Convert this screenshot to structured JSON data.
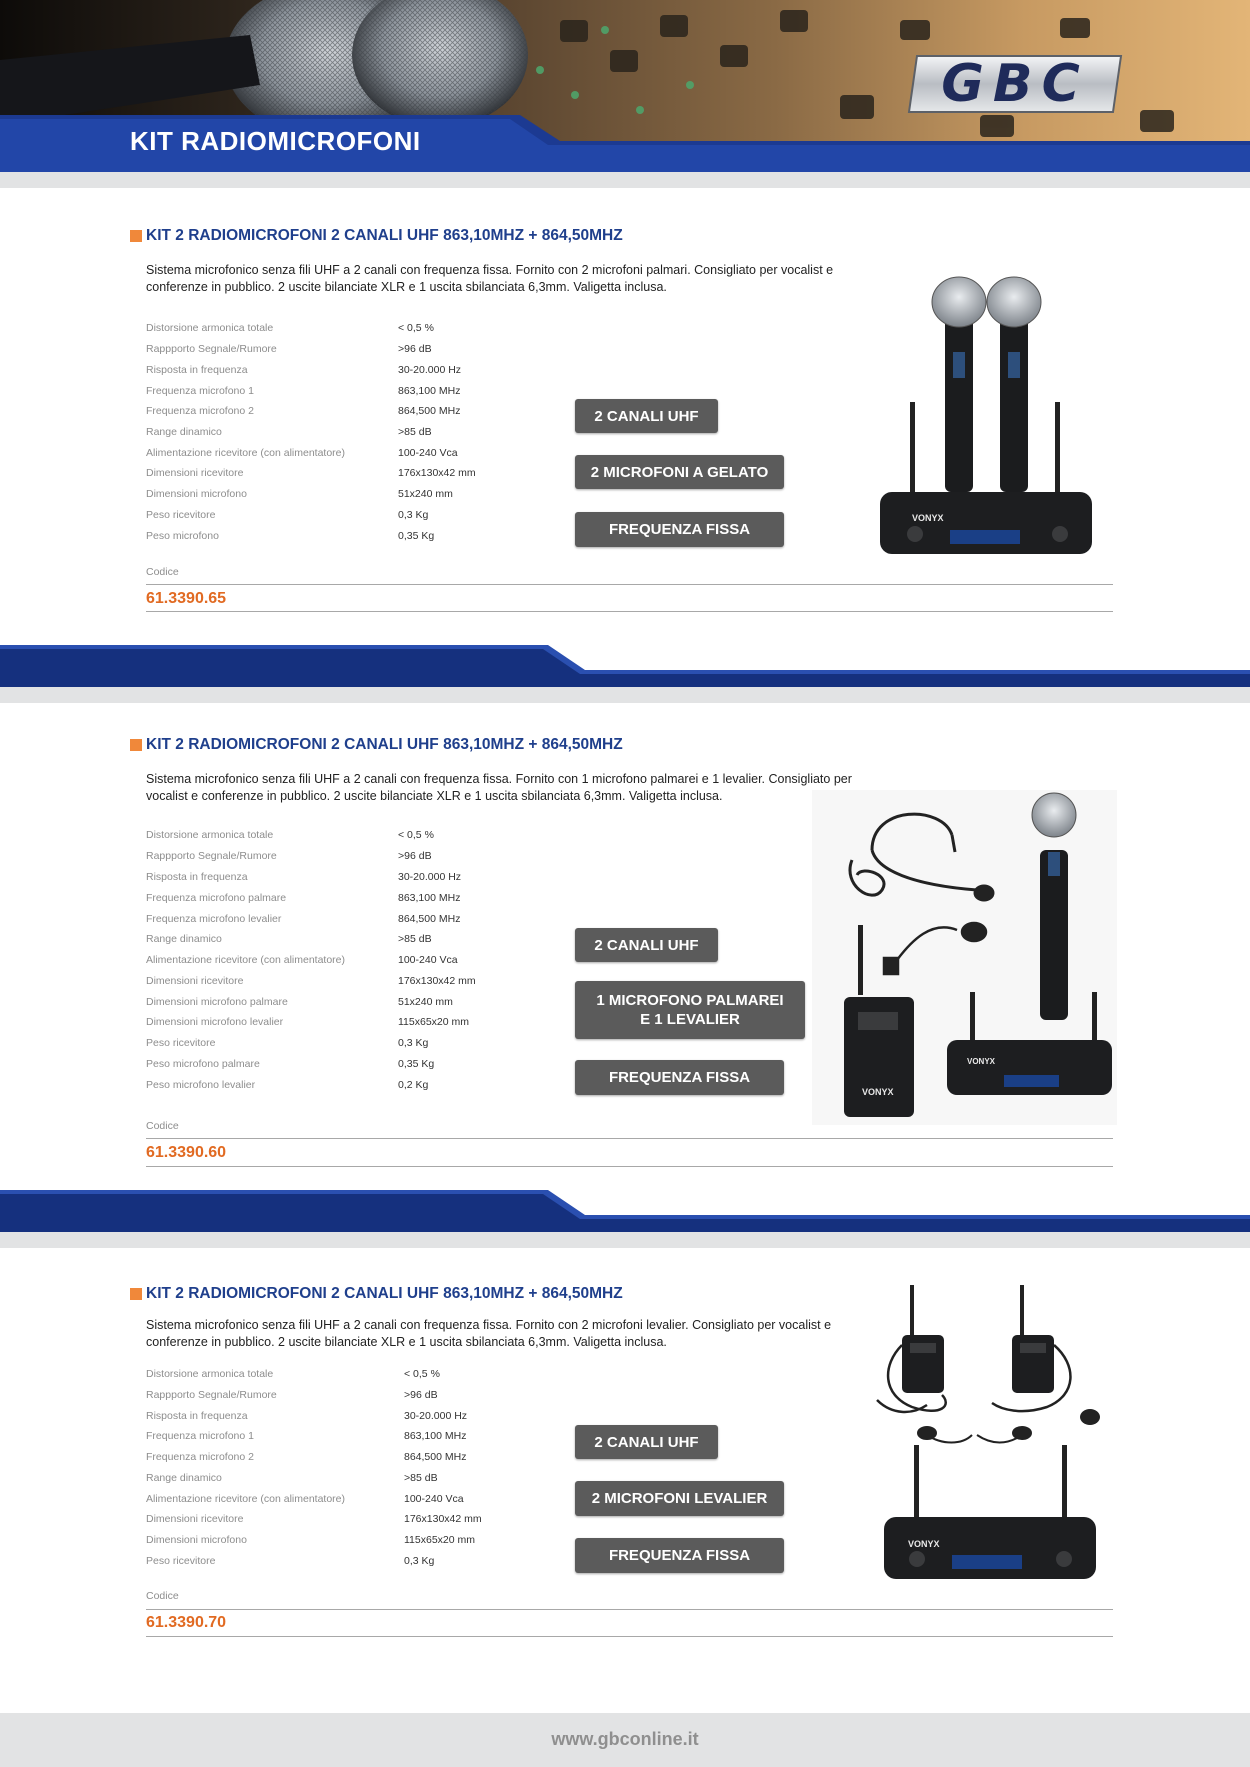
{
  "header": {
    "title": "KIT RADIOMICROFONI",
    "logo_text": "GBC"
  },
  "products": [
    {
      "title": "KIT 2 RADIOMICROFONI 2 CANALI UHF 863,10MHZ + 864,50MHZ",
      "description": "Sistema microfonico senza fili UHF a 2 canali con frequenza fissa. Fornito con 2 microfoni palmari. Consigliato per vocalist e conferenze in pubblico. 2 uscite bilanciate XLR e 1 uscita sbilanciata 6,3mm. Valigetta inclusa.",
      "specs": [
        {
          "label": "Distorsione armonica totale",
          "value": "< 0,5 %"
        },
        {
          "label": "Rappporto Segnale/Rumore",
          "value": ">96 dB"
        },
        {
          "label": "Risposta in frequenza",
          "value": "30-20.000 Hz"
        },
        {
          "label": "Frequenza microfono 1",
          "value": "863,100 MHz"
        },
        {
          "label": "Frequenza microfono 2",
          "value": "864,500 MHz"
        },
        {
          "label": "Range dinamico",
          "value": ">85 dB"
        },
        {
          "label": "Alimentazione ricevitore (con alimentatore)",
          "value": "100-240 Vca"
        },
        {
          "label": "Dimensioni ricevitore",
          "value": "176x130x42 mm"
        },
        {
          "label": "Dimensioni microfono",
          "value": "51x240 mm"
        },
        {
          "label": "Peso ricevitore",
          "value": "0,3 Kg"
        },
        {
          "label": "Peso microfono",
          "value": "0,35 Kg"
        }
      ],
      "badges": [
        "2 CANALI UHF",
        "2 MICROFONI A GELATO",
        "FREQUENZA FISSA"
      ],
      "codice_label": "Codice",
      "codice": "61.3390.65"
    },
    {
      "title": "KIT 2 RADIOMICROFONI 2 CANALI UHF 863,10MHZ + 864,50MHZ",
      "description": "Sistema microfonico senza fili UHF a 2 canali con frequenza fissa. Fornito con 1 microfono palmarei e 1 levalier. Consigliato per vocalist e conferenze in pubblico. 2 uscite bilanciate XLR e 1 uscita sbilanciata 6,3mm. Valigetta inclusa.",
      "specs": [
        {
          "label": "Distorsione armonica totale",
          "value": "< 0,5 %"
        },
        {
          "label": "Rappporto Segnale/Rumore",
          "value": ">96 dB"
        },
        {
          "label": "Risposta in frequenza",
          "value": "30-20.000 Hz"
        },
        {
          "label": "Frequenza microfono palmare",
          "value": "863,100 MHz"
        },
        {
          "label": "Frequenza microfono levalier",
          "value": "864,500 MHz"
        },
        {
          "label": "Range dinamico",
          "value": ">85 dB"
        },
        {
          "label": "Alimentazione ricevitore (con alimentatore)",
          "value": "100-240 Vca"
        },
        {
          "label": "Dimensioni ricevitore",
          "value": "176x130x42 mm"
        },
        {
          "label": "Dimensioni microfono palmare",
          "value": "51x240 mm"
        },
        {
          "label": "Dimensioni microfono levalier",
          "value": "115x65x20 mm"
        },
        {
          "label": "Peso ricevitore",
          "value": "0,3 Kg"
        },
        {
          "label": "Peso microfono palmare",
          "value": "0,35 Kg"
        },
        {
          "label": "Peso microfono levalier",
          "value": "0,2 Kg"
        }
      ],
      "badges": [
        "2 CANALI UHF",
        "1 MICROFONO PALMAREI E 1 LEVALIER",
        "FREQUENZA FISSA"
      ],
      "codice_label": "Codice",
      "codice": "61.3390.60"
    },
    {
      "title": "KIT 2 RADIOMICROFONI 2 CANALI UHF 863,10MHZ + 864,50MHZ",
      "description": "Sistema microfonico senza fili UHF a 2 canali con frequenza fissa. Fornito con 2 microfoni levalier. Consigliato per vocalist e conferenze in pubblico. 2 uscite bilanciate XLR e 1 uscita sbilanciata 6,3mm. Valigetta inclusa.",
      "specs": [
        {
          "label": "Distorsione armonica totale",
          "value": "< 0,5 %"
        },
        {
          "label": "Rappporto Segnale/Rumore",
          "value": ">96 dB"
        },
        {
          "label": "Risposta in frequenza",
          "value": "30-20.000 Hz"
        },
        {
          "label": "Frequenza microfono 1",
          "value": "863,100 MHz"
        },
        {
          "label": "Frequenza microfono 2",
          "value": "864,500 MHz"
        },
        {
          "label": "Range dinamico",
          "value": ">85 dB"
        },
        {
          "label": "Alimentazione ricevitore (con alimentatore)",
          "value": "100-240 Vca"
        },
        {
          "label": "Dimensioni ricevitore",
          "value": "176x130x42 mm"
        },
        {
          "label": "Dimensioni microfono",
          "value": "115x65x20 mm"
        },
        {
          "label": "Peso ricevitore",
          "value": "0,3 Kg"
        }
      ],
      "badges": [
        "2 CANALI UHF",
        "2 MICROFONI LEVALIER",
        "FREQUENZA FISSA"
      ],
      "codice_label": "Codice",
      "codice": "61.3390.70"
    }
  ],
  "product_image_text": {
    "brand": "VONYX",
    "brand_b": "VONYX",
    "brand_c": "VONYX"
  },
  "footer": {
    "url": "www.gbconline.it"
  },
  "colors": {
    "title_blue": "#1f3f8c",
    "accent_orange": "#e16a22",
    "bullet_orange": "#f0883a",
    "badge_gray": "#5b5b5b",
    "band_blue": "#1e3c94"
  }
}
